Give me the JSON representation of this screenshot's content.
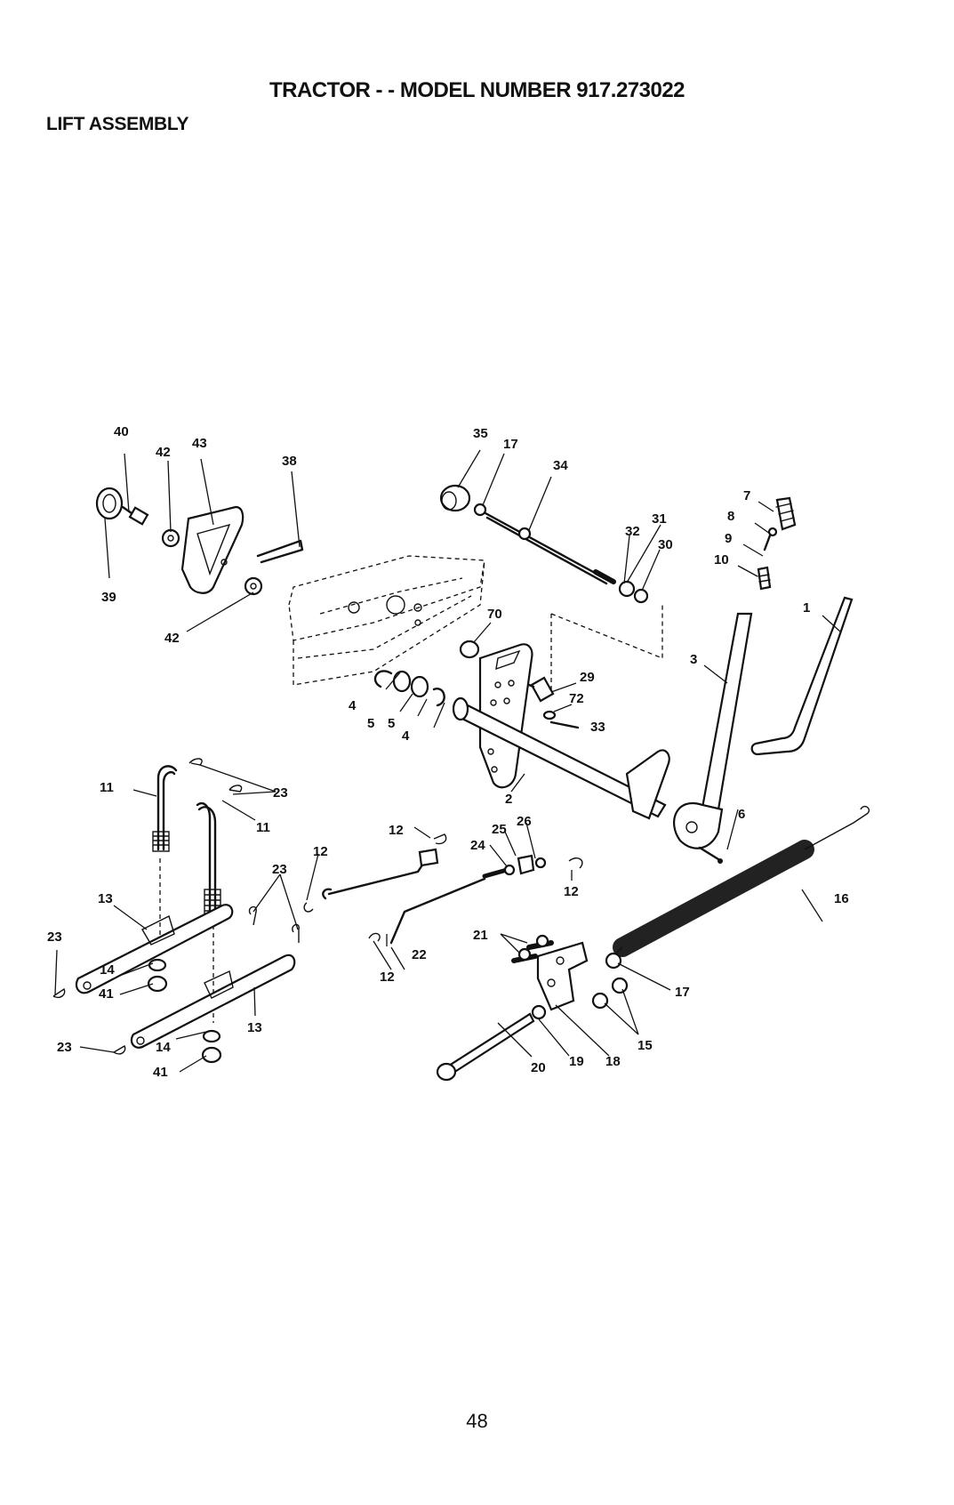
{
  "header": {
    "title": "TRACTOR - - MODEL NUMBER 917.273022",
    "section": "LIFT ASSEMBLY"
  },
  "footer": {
    "page_number": "48"
  },
  "callouts": {
    "c40": "40",
    "c42a": "42",
    "c43": "43",
    "c38": "38",
    "c39": "39",
    "c42b": "42",
    "c35": "35",
    "c17a": "17",
    "c34": "34",
    "c31": "31",
    "c32": "32",
    "c30": "30",
    "c7": "7",
    "c8": "8",
    "c9": "9",
    "c10": "10",
    "c1": "1",
    "c3": "3",
    "c70": "70",
    "c29": "29",
    "c72": "72",
    "c33": "33",
    "c4a": "4",
    "c5a": "5",
    "c5b": "5",
    "c4b": "4",
    "c2": "2",
    "c11a": "11",
    "c23a": "23",
    "c11b": "11",
    "c12a": "12",
    "c25": "25",
    "c26": "26",
    "c24": "24",
    "c6": "6",
    "c12b": "12",
    "c23b": "23",
    "c13a": "13",
    "c12c": "12",
    "c16": "16",
    "c23c": "23",
    "c21": "21",
    "c22": "22",
    "c14a": "14",
    "c41a": "41",
    "c13b": "13",
    "c12d": "12",
    "c17b": "17",
    "c15": "15",
    "c23d": "23",
    "c14b": "14",
    "c41b": "41",
    "c20": "20",
    "c19": "19",
    "c18": "18"
  }
}
